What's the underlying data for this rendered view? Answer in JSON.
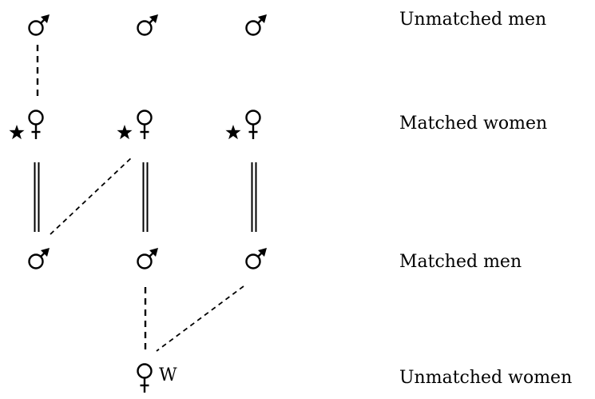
{
  "rows": {
    "unmatched_men": "Unmatched men",
    "matched_women": "Matched women",
    "matched_men": "Matched men",
    "unmatched_women": "Unmatched women"
  },
  "nodes": {
    "unmatched_women_label": "W"
  },
  "symbols": {
    "male": "male-symbol-icon",
    "female": "female-symbol-icon",
    "star": "star-icon"
  }
}
